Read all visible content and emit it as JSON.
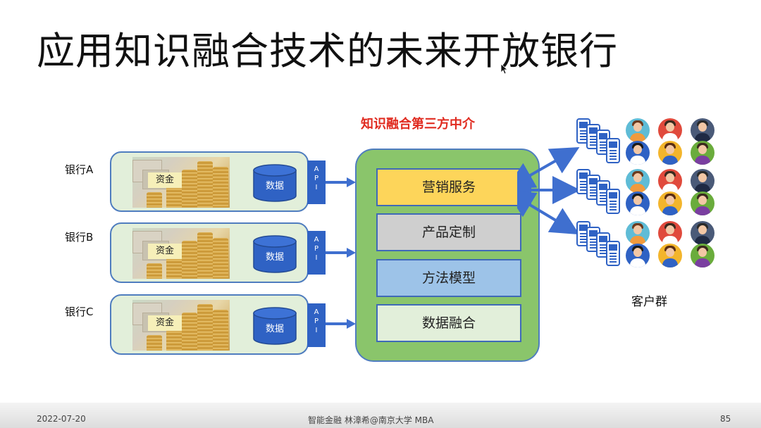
{
  "slide": {
    "title": "应用知识融合技术的未来开放银行"
  },
  "banks": [
    {
      "label": "银行A",
      "capital": "资金",
      "data": "数据",
      "api": [
        "A",
        "P",
        "I"
      ]
    },
    {
      "label": "银行B",
      "capital": "资金",
      "data": "数据",
      "api": [
        "A",
        "P",
        "I"
      ]
    },
    {
      "label": "银行C",
      "capital": "资金",
      "data": "数据",
      "api": [
        "A",
        "P",
        "I"
      ]
    }
  ],
  "intermediary": {
    "title": "知识融合第三方中介",
    "layers": [
      {
        "label": "营销服务",
        "color": "#fdd55a"
      },
      {
        "label": "产品定制",
        "color": "#cfcfcf"
      },
      {
        "label": "方法模型",
        "color": "#9dc3e8"
      },
      {
        "label": "数据融合",
        "color": "#e2efda"
      }
    ]
  },
  "customers": {
    "label": "客户群"
  },
  "colors": {
    "bank_box_fill": "#e2efda",
    "border_blue": "#4f7dbf",
    "api_blue": "#2f62c4",
    "intermediary_fill": "#8ac56b",
    "title_red": "#e02b20"
  },
  "footer": {
    "date": "2022-07-20",
    "center": "智能金融   林漳希@南京大学 MBA",
    "page": "85"
  }
}
